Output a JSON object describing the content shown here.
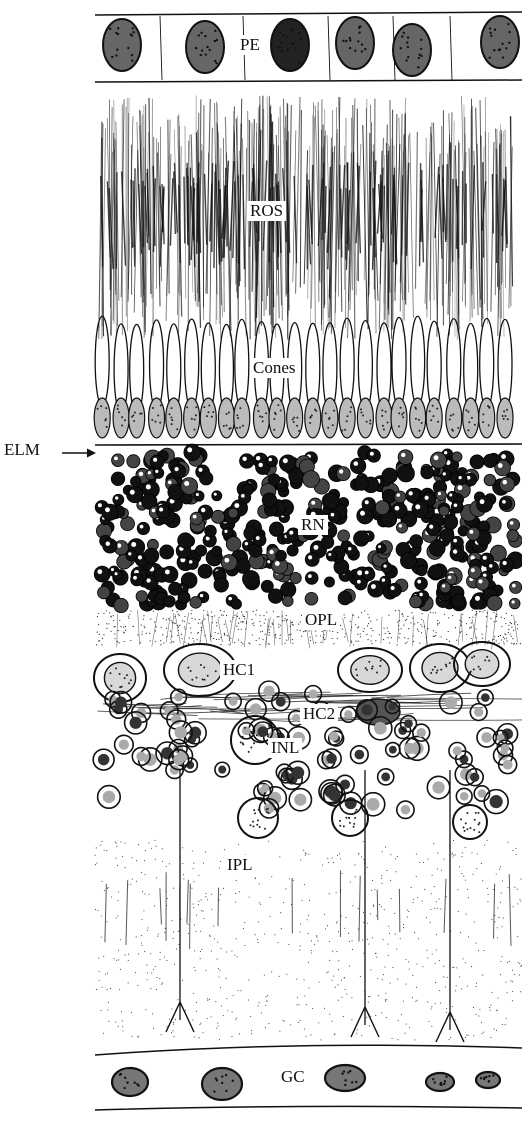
{
  "diagram": {
    "layers": [
      {
        "id": "pe",
        "label": "PE"
      },
      {
        "id": "ros",
        "label": "ROS"
      },
      {
        "id": "cones",
        "label": "Cones"
      },
      {
        "id": "elm",
        "label": "ELM"
      },
      {
        "id": "rn",
        "label": "RN"
      },
      {
        "id": "opl",
        "label": "OPL"
      },
      {
        "id": "hc1",
        "label": "HC1"
      },
      {
        "id": "hc2",
        "label": "HC2"
      },
      {
        "id": "inl",
        "label": "INL"
      },
      {
        "id": "ipl",
        "label": "IPL"
      },
      {
        "id": "gc",
        "label": "GC"
      }
    ]
  },
  "colors": {
    "ink": "#111111",
    "paper": "#ffffff"
  }
}
